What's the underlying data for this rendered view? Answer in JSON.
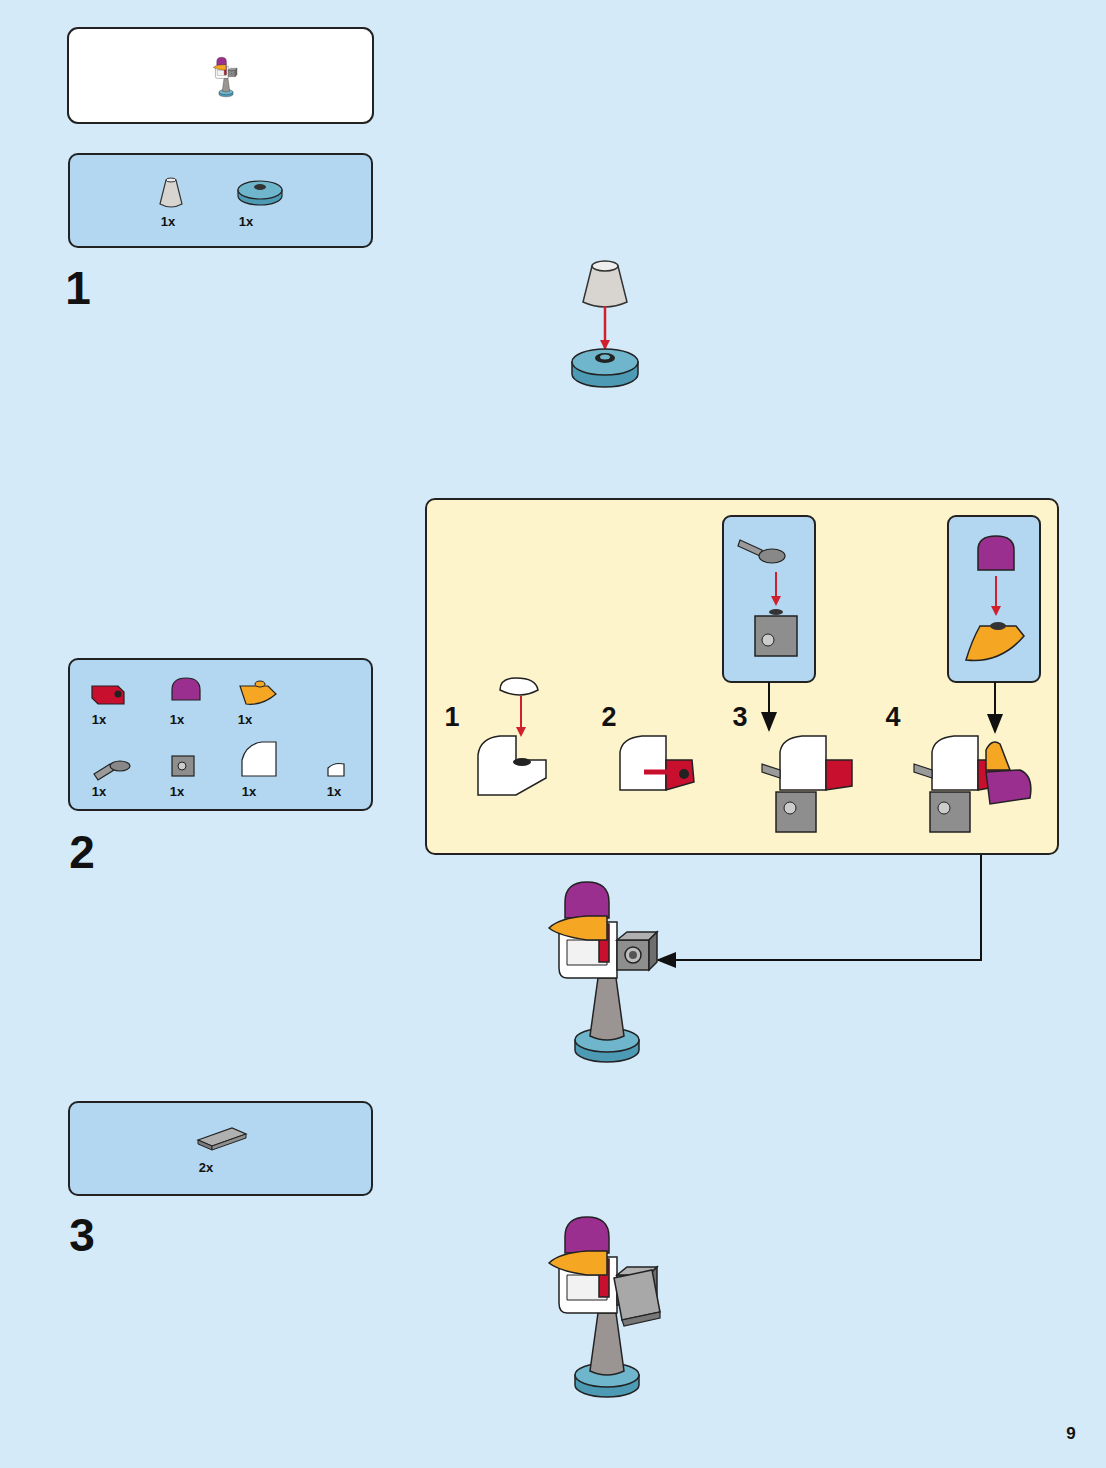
{
  "diagram": {
    "nodes": [
      {
        "text": [
          "1x",
          "1x"
        ]
      },
      {
        "text": [
          "1x",
          "1x",
          "1x",
          "1x",
          "1x",
          "1x",
          "1x"
        ]
      },
      {
        "text": [
          "1",
          "2",
          "3",
          "4"
        ]
      },
      {
        "text": [
          "2x"
        ]
      }
    ],
    "labels": [
      "1",
      "2",
      "3",
      "9"
    ]
  }
}
